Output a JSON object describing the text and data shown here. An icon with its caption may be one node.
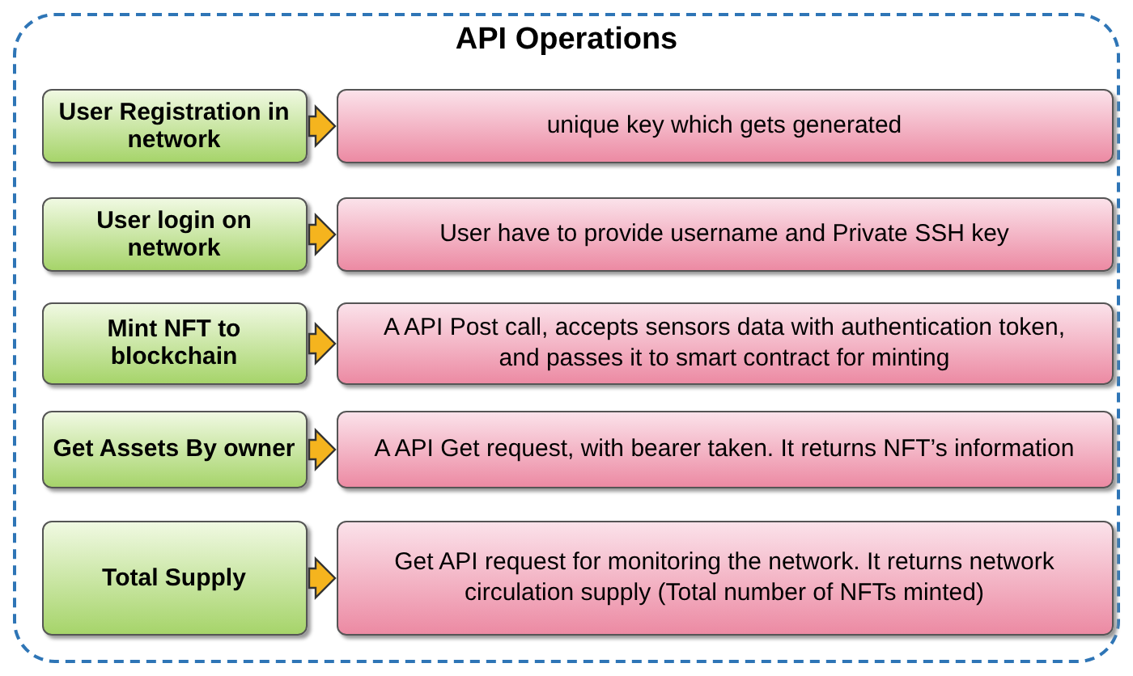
{
  "diagram": {
    "nodes": [
      {
        "text": [
          "API Operations"
        ]
      },
      {
        "text": [
          "User Registration in network"
        ],
        "in": 0
      },
      {
        "text": [
          "unique key which gets generated"
        ],
        "in": 0
      },
      {
        "text": [
          "User login on network"
        ],
        "in": 0
      },
      {
        "text": [
          "User have to provide username and Private SSH key"
        ],
        "in": 0
      },
      {
        "text": [
          "Mint NFT to blockchain"
        ],
        "in": 0
      },
      {
        "text": [
          "A API Post call, accepts sensors data with authentication token, and passes it to smart contract for minting"
        ],
        "in": 0
      },
      {
        "text": [
          "Get Assets By owner"
        ],
        "in": 0
      },
      {
        "text": [
          "A API Get request, with bearer taken. It returns NFT’s information"
        ],
        "in": 0
      },
      {
        "text": [
          "Total Supply"
        ],
        "in": 0
      },
      {
        "text": [
          "Get API request for monitoring the network. It returns network circulation supply (Total number of NFTs minted)"
        ],
        "in": 0
      }
    ],
    "edges": [
      {
        "from": 1,
        "to": 2,
        "arrow": "to"
      },
      {
        "from": 3,
        "to": 4,
        "arrow": "to"
      },
      {
        "from": 5,
        "to": 6,
        "arrow": "to"
      },
      {
        "from": 7,
        "to": 8,
        "arrow": "to"
      },
      {
        "from": 9,
        "to": 10,
        "arrow": "to"
      }
    ]
  }
}
